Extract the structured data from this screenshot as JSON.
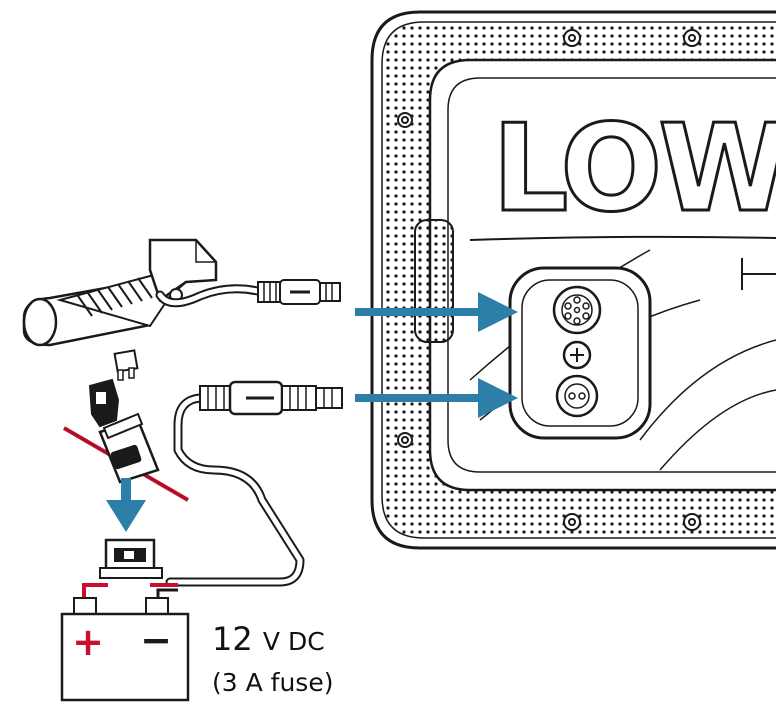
{
  "power": {
    "voltage_number": "12",
    "voltage_unit": "V DC",
    "fuse_rating": "(3 A fuse)"
  },
  "battery": {
    "positive_symbol": "+",
    "negative_symbol": "−"
  },
  "unit_logo": "LOW",
  "colors": {
    "arrow": "#2d7fa8",
    "positive_wire": "#c8102e",
    "outline": "#1a1a1a"
  }
}
